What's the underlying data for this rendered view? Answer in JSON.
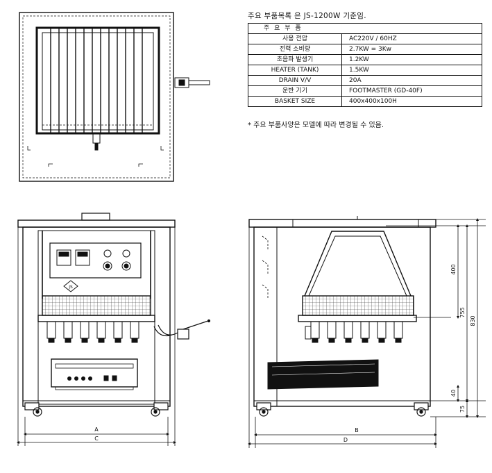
{
  "spec": {
    "title": "주요 부품목록 은 JS-1200W 기준임.",
    "header": "주 요 부 품",
    "rows": [
      {
        "k": "사용 전압",
        "v": "AC220V / 60HZ"
      },
      {
        "k": "전력 소비량",
        "v": "2.7KW = 3Kw"
      },
      {
        "k": "초음파 발생기",
        "v": "1.2KW"
      },
      {
        "k": "HEATER (TANK)",
        "v": "1.5KW"
      },
      {
        "k": "DRAIN V/V",
        "v": "20A"
      },
      {
        "k": "운반 기기",
        "v": "FOOTMASTER (GD-40F)"
      },
      {
        "k": "BASKET SIZE",
        "v": "400x400x100H"
      }
    ],
    "note": "* 주요 부품사양은 모델에 따라 변경될 수 있음."
  },
  "labels": {
    "A": "A",
    "B": "B",
    "C": "C",
    "D": "D",
    "dim400": "400",
    "dim755": "755",
    "dim830": "830",
    "dim40": "40",
    "dim75": "75",
    "panel_logo": "JS"
  },
  "colors": {
    "line": "#111111",
    "dark": "#222222"
  }
}
